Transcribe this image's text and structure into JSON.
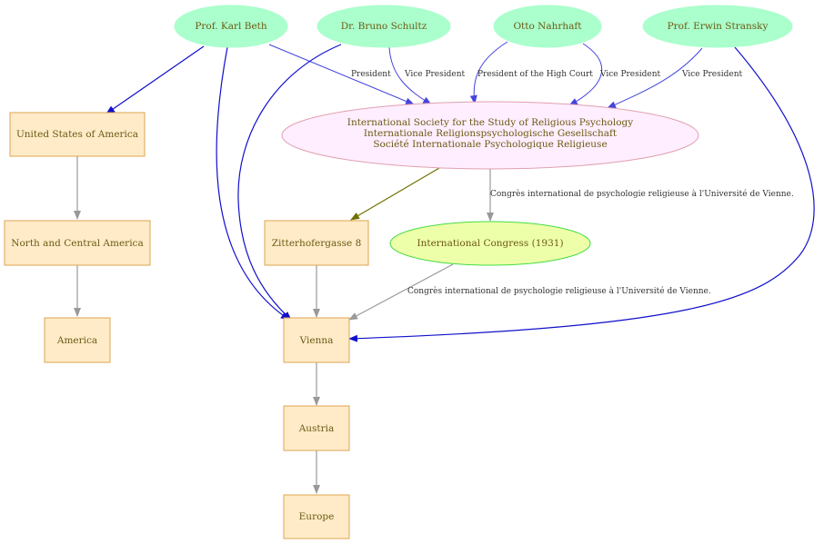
{
  "diagram": {
    "people": {
      "beth": "Prof. Karl Beth",
      "schultz": "Dr. Bruno Schultz",
      "nahrhaft": "Otto Nahrhaft",
      "stransky": "Prof. Erwin Stransky"
    },
    "society": {
      "line1": "International Society for the Study of Religious Psychology",
      "line2": "Internationale Religionspsychologische Gesellschaft",
      "line3": "Société Internationale Psychologique Religieuse"
    },
    "congress": "International Congress (1931)",
    "places": {
      "usa": "United States of America",
      "north_central_america": "North and Central America",
      "america": "America",
      "zitterhofergasse": "Zitterhofergasse 8",
      "vienna": "Vienna",
      "austria": "Austria",
      "europe": "Europe"
    },
    "edge_labels": {
      "president": "President",
      "vice_president_schultz": "Vice President",
      "president_high_court": "President of the High Court",
      "vice_president_nahrhaft": "Vice President",
      "vice_president_stransky": "Vice President",
      "congress_link": "Congrès international de psychologie religieuse à l'Université de Vienne.",
      "congress_vienna": "Congrès international de psychologie religieuse à l'Université de Vienne."
    },
    "colors": {
      "person_fill": "#aaffcc",
      "society_fill": "#ffeeff",
      "society_stroke": "#e0a0b0",
      "congress_fill": "#eeffaa",
      "congress_stroke": "#44dd44",
      "place_fill": "#ffebc8",
      "place_stroke": "#dda550",
      "edge_blue": "#1010cc",
      "edge_lightblue": "#4444dd",
      "edge_gray": "#999999",
      "edge_olive": "#707000"
    }
  }
}
